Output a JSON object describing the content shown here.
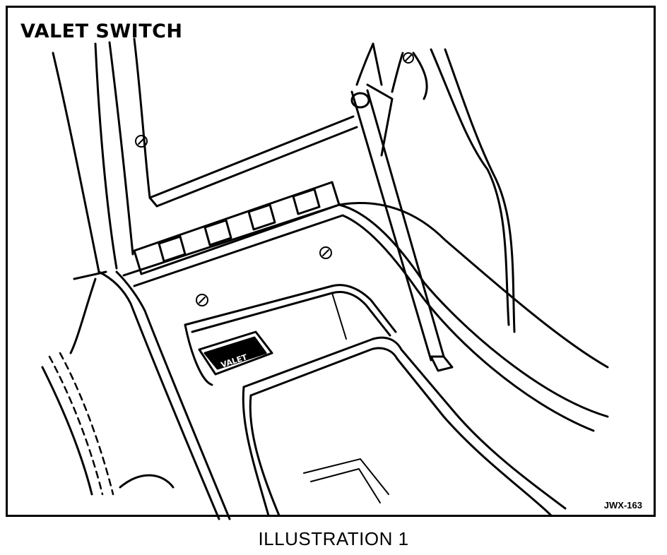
{
  "figure": {
    "title": "VALET SWITCH",
    "code": "JWX-163",
    "caption": "ILLUSTRATION 1",
    "switch_label": "VALET"
  }
}
